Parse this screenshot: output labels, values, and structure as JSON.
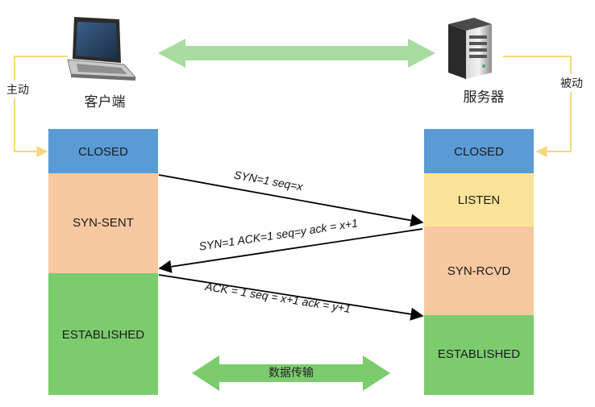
{
  "client": {
    "label": "客户端",
    "role_label": "主动",
    "states": [
      {
        "name": "CLOSED",
        "color": "#5b9bd5"
      },
      {
        "name": "SYN-SENT",
        "color": "#f8c9a0"
      },
      {
        "name": "ESTABLISHED",
        "color": "#7ccc6e"
      }
    ]
  },
  "server": {
    "label": "服务器",
    "role_label": "被动",
    "states": [
      {
        "name": "CLOSED",
        "color": "#5b9bd5"
      },
      {
        "name": "LISTEN",
        "color": "#fbe499"
      },
      {
        "name": "SYN-RCVD",
        "color": "#f8c9a0"
      },
      {
        "name": "ESTABLISHED",
        "color": "#7ccc6e"
      }
    ]
  },
  "messages": [
    {
      "text": "SYN=1  seq=x",
      "direction": "client-to-server"
    },
    {
      "text": "SYN=1 ACK=1 seq=y ack = x+1",
      "direction": "server-to-client"
    },
    {
      "text": "ACK = 1 seq = x+1 ack = y+1",
      "direction": "client-to-server"
    }
  ],
  "data_transfer": {
    "label": "数据传输"
  },
  "colors": {
    "role_arrow": "#f6d77f",
    "link_arrow": "#a8dca0",
    "transfer_arrow": "#7ccc6e",
    "message_arrow": "#000000"
  },
  "icons": {
    "client": "laptop-icon",
    "server": "server-tower-icon"
  }
}
